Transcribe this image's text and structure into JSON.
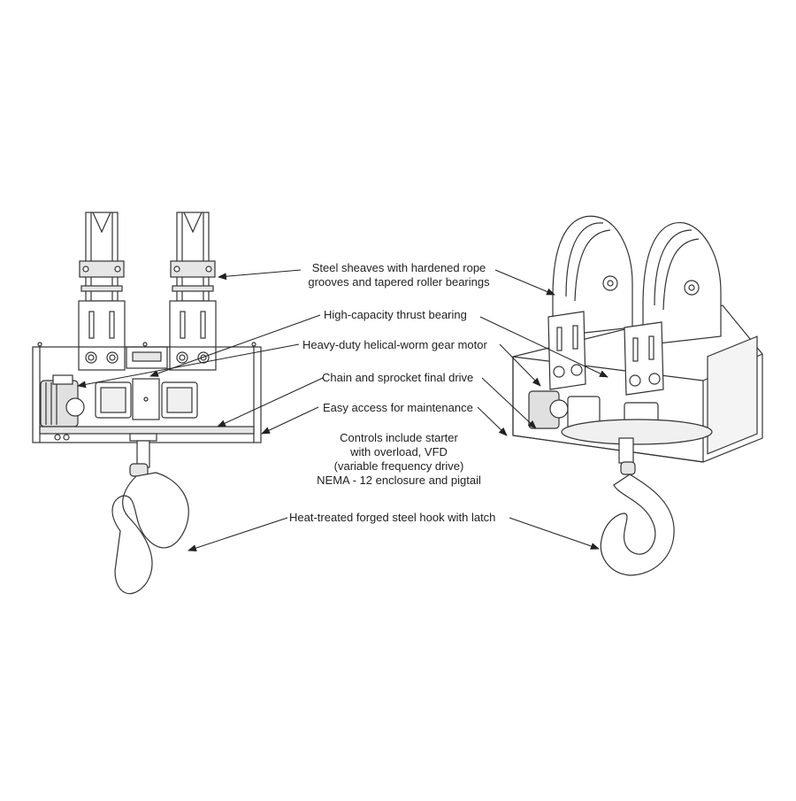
{
  "callouts": {
    "sheaves_line1": "Steel sheaves with hardened rope",
    "sheaves_line2": "grooves and tapered roller bearings",
    "thrust_bearing": "High-capacity thrust bearing",
    "gear_motor": "Heavy-duty helical-worm gear motor",
    "chain_drive": "Chain and sprocket final drive",
    "maintenance": "Easy access for maintenance",
    "controls": [
      "Controls include starter",
      "with overload, VFD",
      "(variable frequency drive)",
      "NEMA - 12 enclosure and pigtail"
    ],
    "hook": "Heat-treated forged steel hook with latch"
  },
  "colors": {
    "line": "#333333",
    "fill": "#ffffff",
    "shade": "#dcdcdc"
  }
}
